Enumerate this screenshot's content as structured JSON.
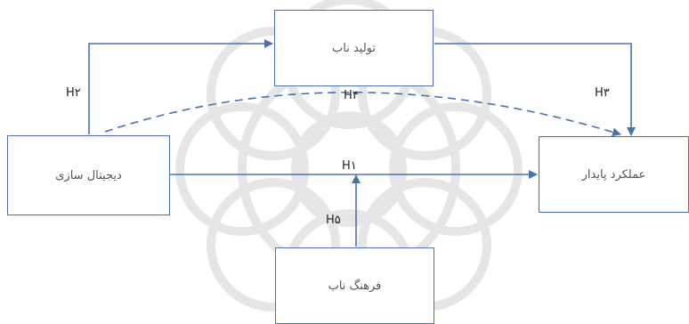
{
  "diagram": {
    "nodes": {
      "digitalization": "دیجیتال سازی",
      "lean_production": "تولید ناب",
      "sustainable_performance": "عملکرد پایدار",
      "lean_culture": "فرهنگ ناب"
    },
    "hypotheses": {
      "h1": "H۱",
      "h2": "H۲",
      "h3": "H۳",
      "h4": "H۴",
      "h5": "H۵"
    }
  },
  "colors": {
    "line": "#4a72b0",
    "box_border": "#4a72b0",
    "watermark": "#e4e4e4"
  }
}
